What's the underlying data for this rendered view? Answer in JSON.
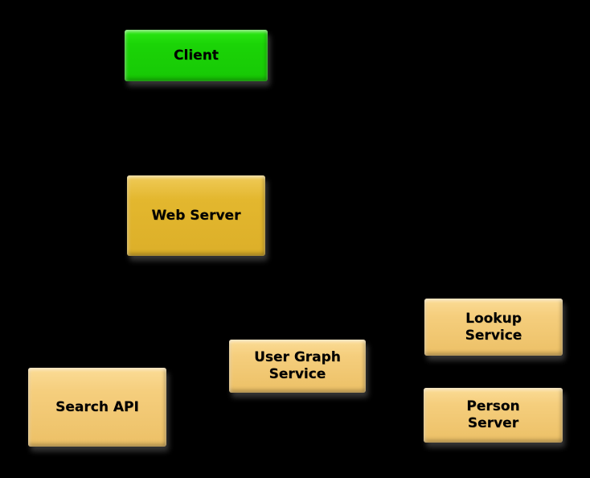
{
  "diagram": {
    "type": "architecture-diagram",
    "background_color": "#000000",
    "node_text_color": "#000000",
    "colors": {
      "client_fill": "#1BD407",
      "web_server_fill": "#E3B72E",
      "service_fill": "#F5CE7D"
    },
    "nodes": [
      {
        "id": "client",
        "label": "Client",
        "fill": "#1BD407"
      },
      {
        "id": "web-server",
        "label": "Web Server",
        "fill": "#E3B72E"
      },
      {
        "id": "search-api",
        "label": "Search API",
        "fill": "#F5CE7D"
      },
      {
        "id": "user-graph-service",
        "label": "User Graph\nService",
        "fill": "#F5CE7D"
      },
      {
        "id": "lookup-service",
        "label": "Lookup\nService",
        "fill": "#F5CE7D"
      },
      {
        "id": "person-server",
        "label": "Person\nServer",
        "fill": "#F5CE7D"
      }
    ]
  }
}
